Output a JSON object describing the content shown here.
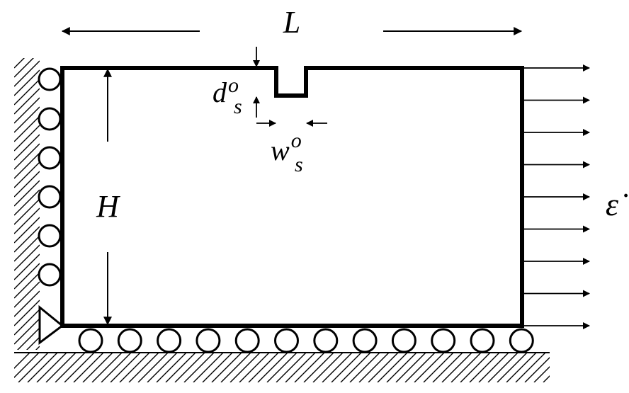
{
  "labels": {
    "length": "L",
    "height": "H",
    "notch_depth": "d",
    "notch_depth_sub": "s",
    "notch_depth_sup": "o",
    "notch_width": "w",
    "notch_width_sub": "s",
    "notch_width_sup": "o",
    "strain_rate": "ε̇"
  },
  "colors": {
    "stroke": "#000000",
    "background": "#ffffff"
  }
}
